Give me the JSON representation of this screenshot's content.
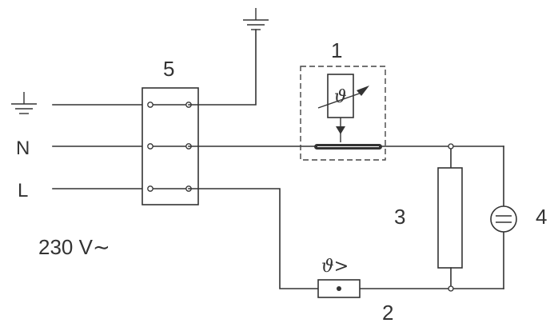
{
  "labels": {
    "item1": "1",
    "item2": "2",
    "item3": "3",
    "item4": "4",
    "item5": "5",
    "neutral": "N",
    "line": "L",
    "supply": "230  V∼",
    "theta": "ϑ",
    "overtemp": "ϑ>"
  },
  "colors": {
    "ink": "#333333",
    "background": "#ffffff"
  },
  "icons": {
    "earth_left": "ground-icon",
    "earth_top": "ground-icon",
    "lamp": "lamp-icon"
  }
}
